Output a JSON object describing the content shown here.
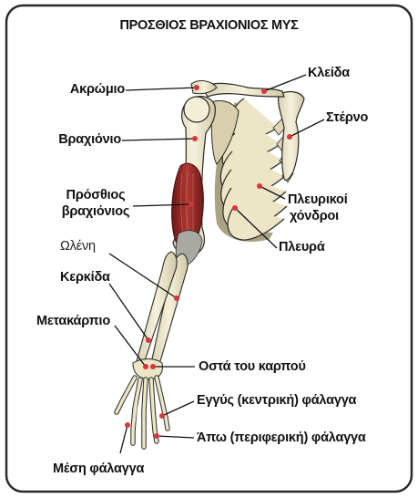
{
  "title": "ΠΡΟΣΘΙΟΣ ΒΡΑΧΙΟΝΙΟΣ ΜΥΣ",
  "labels": {
    "akromio": "Ακρώμιο",
    "kleida": "Κλείδα",
    "sterno": "Στέρνο",
    "vrachionio": "Βραχιόνιο",
    "prosthios_1": "Πρόσθιος",
    "prosthios_2": "βραχιόνιος",
    "plevrikoi_1": "Πλευρικοί",
    "plevrikoi_2": "χόνδροι",
    "plevra": "Πλευρά",
    "olini": "Ωλένη",
    "kerkida": "Κερκίδα",
    "metakarpio": "Μετακάρπιο",
    "osta_karpou": "Οστά του καρπού",
    "engys_falagga": "Εγγύς (κεντρική) φάλαγγα",
    "apo_falagga": "Άπω (περιφερική) φάλαγγα",
    "mesi_falagga": "Μέση φάλαγγα"
  },
  "colors": {
    "frame": "#2a2a2a",
    "bone": "#efe9cf",
    "bone_shade": "#bdb69a",
    "muscle": "#9a2a2a",
    "marker": "#d8353f"
  }
}
